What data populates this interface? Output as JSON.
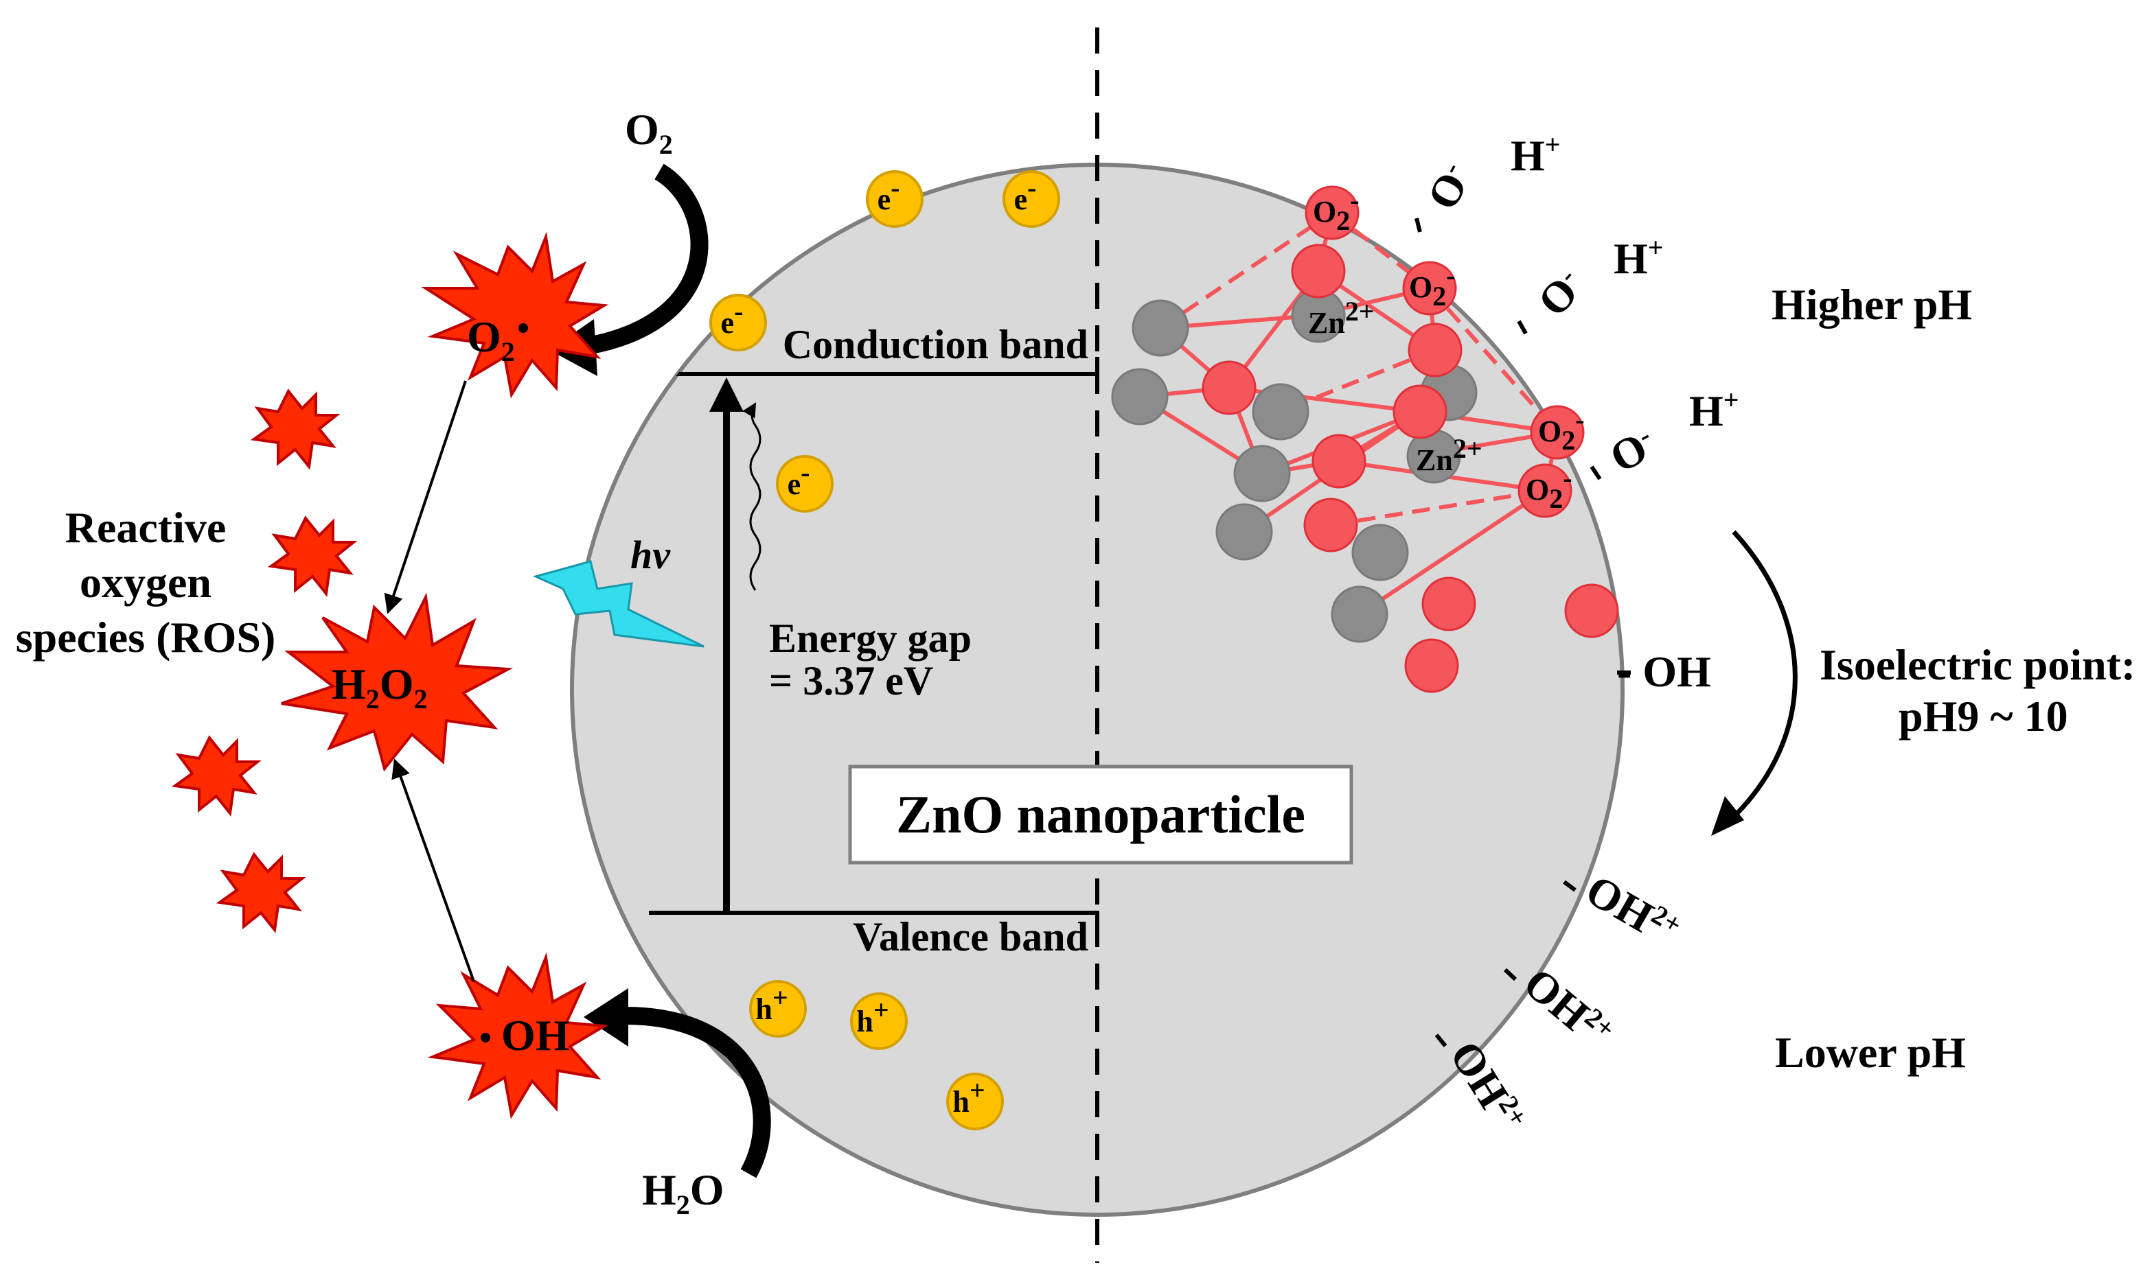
{
  "title": "ZnO nanoparticle",
  "bands": {
    "conduction": "Conduction band",
    "valence": "Valence band",
    "gap_line1": "Energy gap",
    "gap_line2": "= 3.37 eV",
    "photon": "hv"
  },
  "carriers": {
    "electron": "e",
    "electron_charge": "-",
    "hole": "h",
    "hole_charge": "+"
  },
  "ros": {
    "label_line1": "Reactive",
    "label_line2": "oxygen",
    "label_line3": "species (ROS)",
    "o2_base": "O",
    "o2_sub": "2",
    "superoxide_base": "O",
    "superoxide_sub": "2",
    "h2o2_h": "H",
    "h2o2_sub1": "2",
    "h2o2_o": "O",
    "h2o2_sub2": "2",
    "hydroxyl": "OH",
    "water_h": "H",
    "water_sub": "2",
    "water_o": "O"
  },
  "lattice": {
    "o2_base": "O",
    "o2_sub": "2",
    "o2_charge": "-",
    "zn_base": "Zn",
    "zn_charge": "2+"
  },
  "surface": {
    "o_minus_base": "O",
    "o_minus_charge": "-",
    "h_plus_base": "H",
    "h_plus_charge": "+",
    "oh": "- OH",
    "oh2_base": "OH",
    "oh2_charge": "2+"
  },
  "ph": {
    "higher": "Higher pH",
    "lower": "Lower pH",
    "iep_line1": "Isoelectric point:",
    "iep_line2": "pH9 ~ 10"
  },
  "colors": {
    "particle_fill": "#d9d9d9",
    "particle_edge": "#7f7f7f",
    "carrier_fill": "#ffc000",
    "carrier_edge": "#d4a000",
    "ros_fill": "#ff2a00",
    "ros_edge": "#c00000",
    "oxygen_fill": "#f4565c",
    "oxygen_edge": "#e0303a",
    "zinc_fill": "#8c8c8c",
    "bond": "#f4565c",
    "lightning": "#33ddee"
  }
}
